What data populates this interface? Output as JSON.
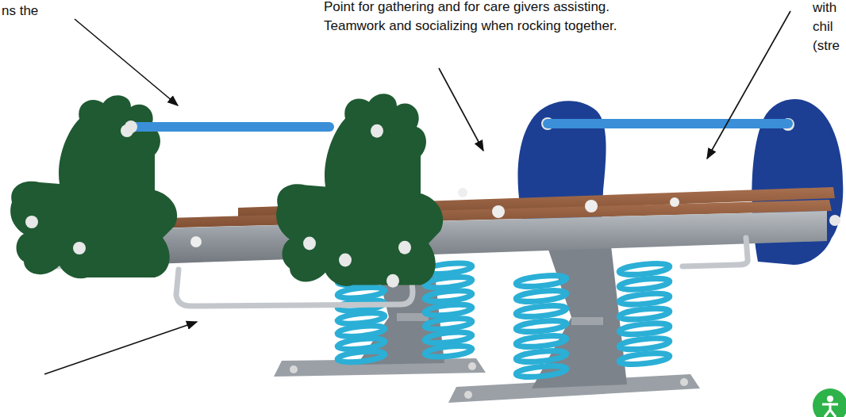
{
  "diagram": {
    "labels": [
      "ns the",
      "Point for gathering and for care givers assisting. Teamwork and socializing when rocking together.",
      "with chil (stre"
    ]
  }
}
